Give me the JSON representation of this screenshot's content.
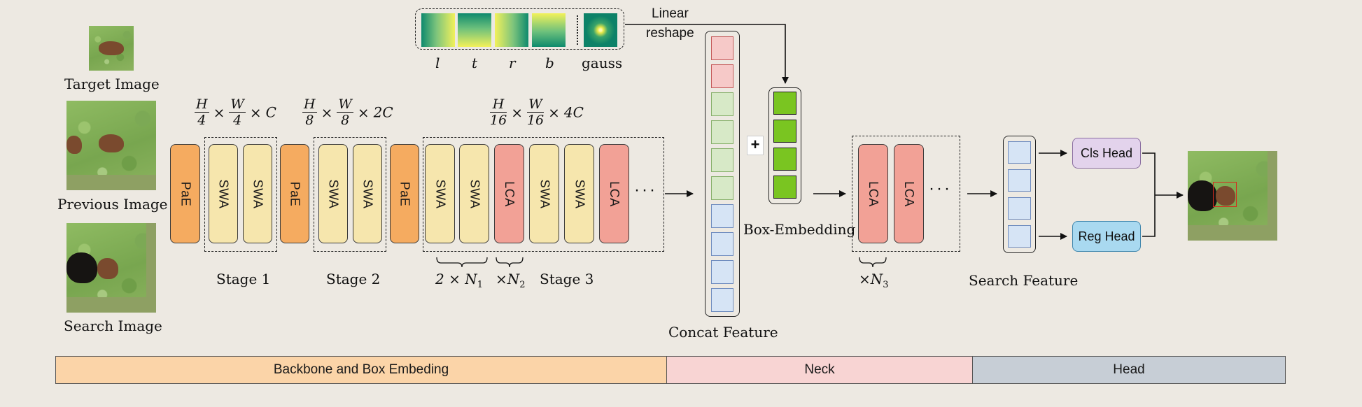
{
  "images": {
    "target_label": "Target Image",
    "previous_label": "Previous Image",
    "search_label": "Search Image"
  },
  "maps": {
    "labels": [
      "l",
      "t",
      "r",
      "b"
    ],
    "gauss_label": "gauss"
  },
  "linear_reshape": [
    "Linear",
    "reshape"
  ],
  "shapes": {
    "s1": {
      "num": "H",
      "den1": "4",
      "num2": "W",
      "den2": "4",
      "tail": "C",
      "times": "×"
    },
    "s2": {
      "num": "H",
      "den1": "8",
      "num2": "W",
      "den2": "8",
      "tail": "2C",
      "times": "×"
    },
    "s3": {
      "num": "H",
      "den1": "16",
      "num2": "W",
      "den2": "16",
      "tail": "4C",
      "times": "×"
    }
  },
  "blocks": {
    "pae": "PaE",
    "swa": "SWA",
    "lca": "LCA"
  },
  "stages": {
    "stage1": "Stage 1",
    "stage2": "Stage 2",
    "stage3": "Stage 3",
    "n1": "2 × N",
    "n1_sub": "1",
    "n2": "×N",
    "n2_sub": "2",
    "n3": "×N",
    "n3_sub": "3"
  },
  "plus": "+",
  "box_embedding_label": "Box-Embedding",
  "concat_label": "Concat Feature",
  "search_feature_label": "Search Feature",
  "heads": {
    "cls": "Cls Head",
    "reg": "Reg Head"
  },
  "ellipsis": "···",
  "bottom_bar": {
    "backbone": "Backbone and Box Embeding",
    "neck": "Neck",
    "head": "Head"
  },
  "colors": {
    "pae": "#f5ab60",
    "swa": "#f6e6ad",
    "lca": "#f2a196",
    "cls_head": "#e3d3ec",
    "reg_head": "#a9d9f0",
    "bar_backbone": "#fbd4a8",
    "bar_neck": "#f8d4d3",
    "bar_head": "#c7ced6"
  }
}
